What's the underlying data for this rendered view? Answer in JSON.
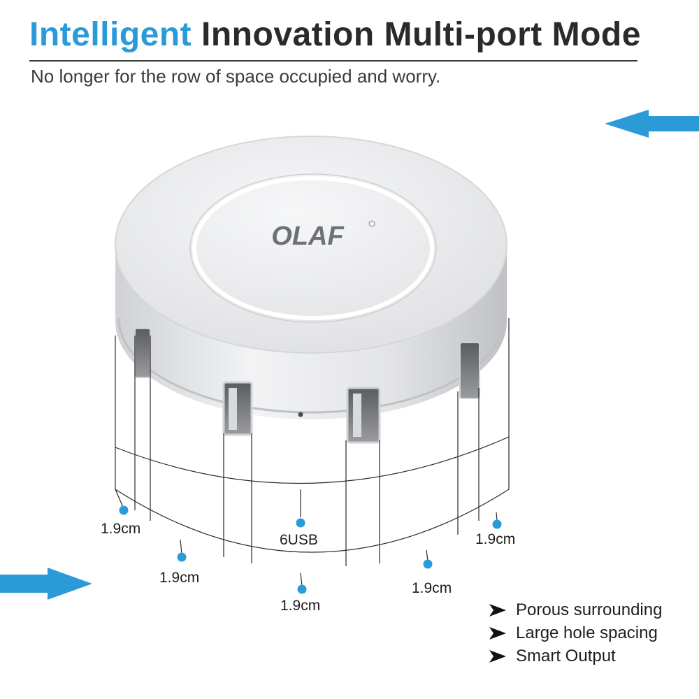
{
  "header": {
    "title_accent": "Intelligent",
    "title_rest": "Innovation Multi-port Mode",
    "subtitle": "No longer for the row of space occupied and worry."
  },
  "product": {
    "brand_logo": "OLAF"
  },
  "dimensions": {
    "port_count_label": "6USB",
    "spacing_labels": [
      "1.9cm",
      "1.9cm",
      "1.9cm",
      "1.9cm",
      "1.9cm"
    ]
  },
  "features": {
    "items": [
      "Porous surrounding",
      "Large hole spacing",
      "Smart Output"
    ]
  },
  "icons": {
    "bullet": "arrowhead-bullet-icon",
    "arrows": [
      "arrow-left-icon",
      "arrow-right-icon"
    ]
  },
  "colors": {
    "accent": "#2b9bd8",
    "text_dark": "#2a2a2a",
    "device_body": "#e9eaec"
  }
}
